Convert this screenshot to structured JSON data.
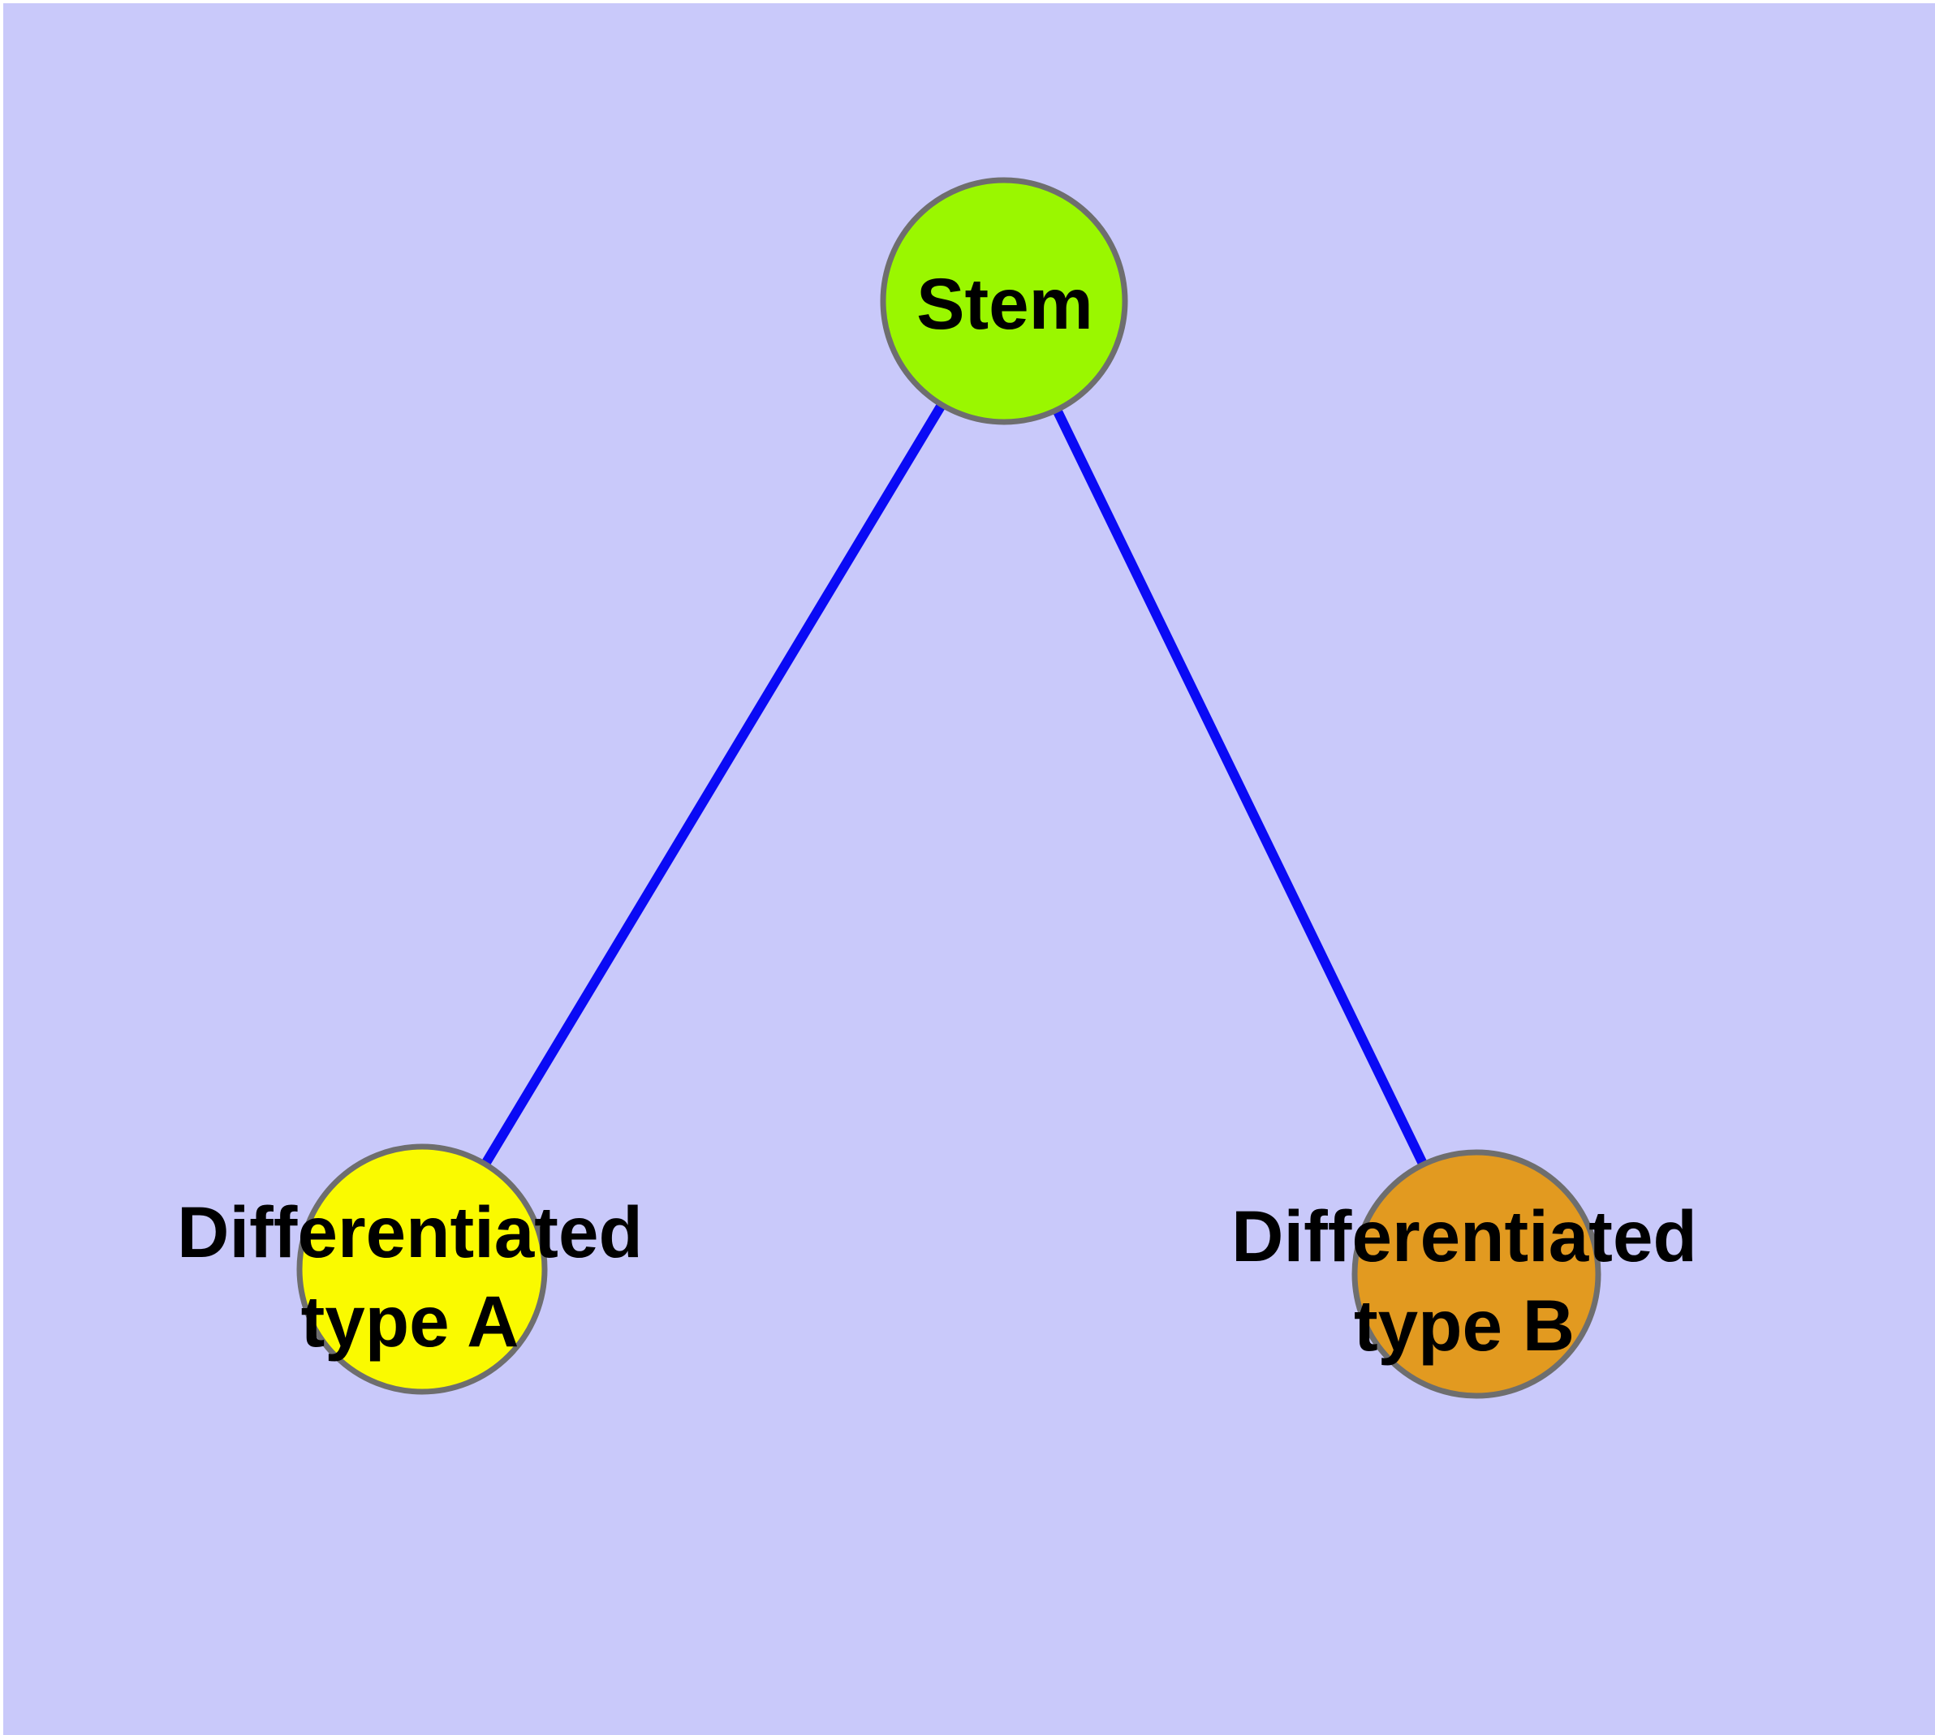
{
  "diagram": {
    "type": "graph",
    "description": "Cell differentiation tree: one stem node with two differentiated child nodes",
    "background_color": "#c9c9fa",
    "margin_color": "#ffffff",
    "edge_color": "#0a0af5",
    "node_border_color": "#6e6e6e",
    "label_color": "#000000",
    "nodes": [
      {
        "id": "stem",
        "label": "Stem",
        "color": "#9af700"
      },
      {
        "id": "type-a",
        "label_line1": "Differentiated",
        "label_line2": "type A",
        "color": "#fafa00"
      },
      {
        "id": "type-b",
        "label_line1": "Differentiated",
        "label_line2": "type B",
        "color": "#e29a20"
      }
    ],
    "edges": [
      {
        "from": "stem",
        "to": "type-a"
      },
      {
        "from": "stem",
        "to": "type-b"
      }
    ]
  }
}
